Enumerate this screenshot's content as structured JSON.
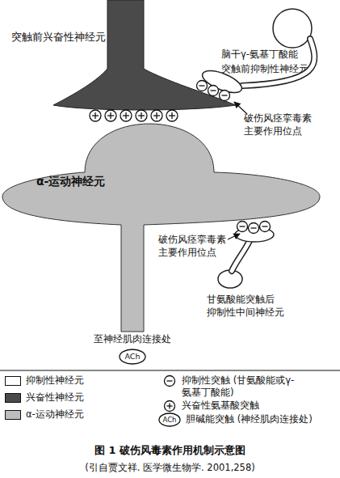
{
  "diagram": {
    "caption": "图 1 破伤风毒素作用机制示意图",
    "nodes": [
      {
        "text": [
          "突触前兴奋性神经元"
        ]
      },
      {
        "text": [
          "脑干γ-氨基丁酸能 突触前抑制性神经元"
        ]
      },
      {
        "text": [
          "α-运动神经元"
        ]
      },
      {
        "text": [
          "甘氨酸能突触后 抑制性中间神经元"
        ]
      },
      {
        "text": [
          "ACh"
        ]
      }
    ],
    "labels": [
      "破伤风痉挛毒素 主要作用位点",
      "破伤风痉挛毒素 主要作用位点",
      "至神经肌肉连接处",
      "ACh",
      "(引自贾文祥. 医学微生物学. 2001,258)"
    ],
    "legend": [
      {
        "text": "抑制性神经元",
        "color": "#ffffff"
      },
      {
        "text": "兴奋性神经元",
        "color": "#4a4a4a"
      },
      {
        "text": "α-运动神经元",
        "color": "#bdbdbd"
      },
      {
        "text": "抑制性突触 (甘氨酸能或γ-氨基丁酸能)"
      },
      {
        "text": "兴奋性氨基酸突触"
      },
      {
        "text": "胆碱能突触 (神经肌肉连接处)"
      }
    ]
  }
}
